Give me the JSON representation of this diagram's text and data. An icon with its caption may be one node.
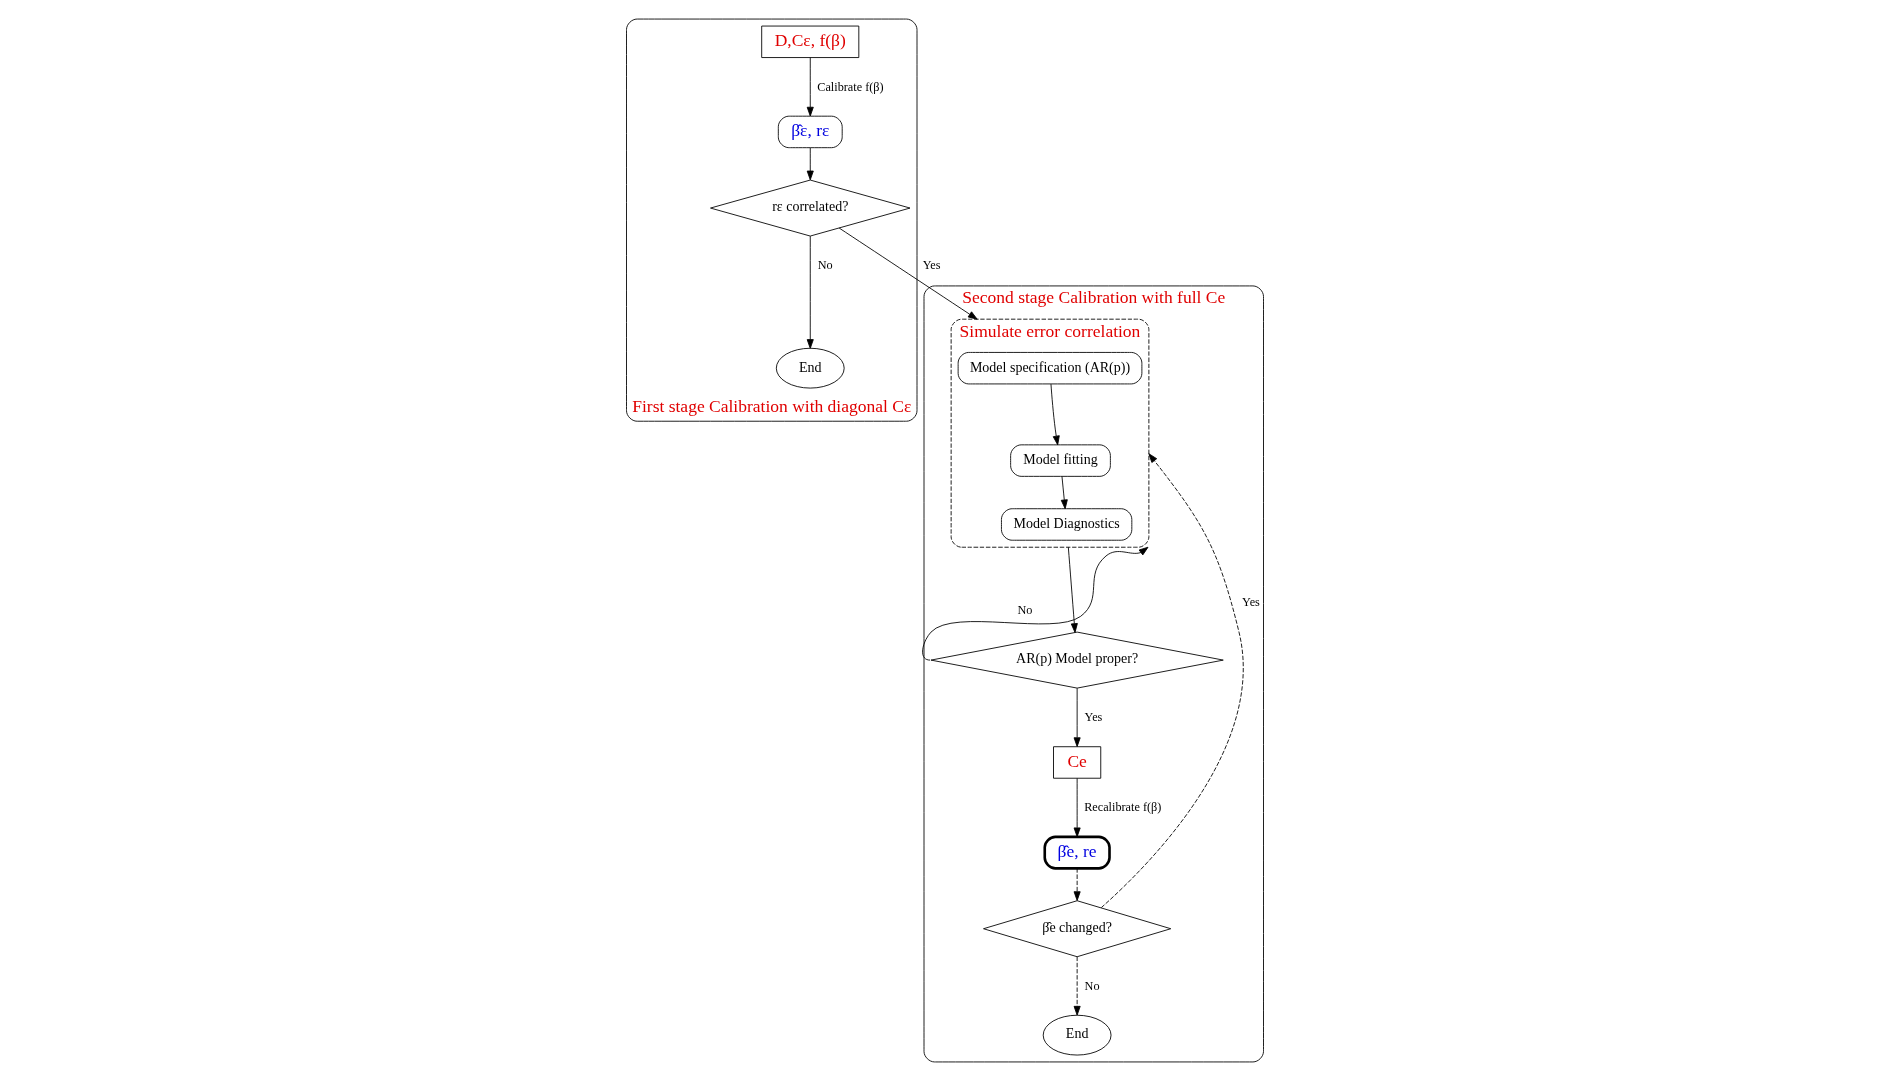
{
  "diagram": {
    "nodes": [
      {
        "text": [
          "First stage Calibration with diagonal Cε"
        ]
      },
      {
        "text": [
          "D,Cε, f(β)"
        ],
        "in": 0
      },
      {
        "text": [
          "β̂ε, rε"
        ],
        "in": 0
      },
      {
        "text": [
          "rε correlated?"
        ],
        "in": 0
      },
      {
        "text": [
          "End"
        ],
        "in": 0
      },
      {
        "text": [
          "Second stage Calibration with full Ce"
        ]
      },
      {
        "text": [
          "Simulate error correlation"
        ],
        "in": 5
      },
      {
        "text": [
          "Model specification (AR(p))"
        ],
        "in": 6
      },
      {
        "text": [
          "Model fitting"
        ],
        "in": 6
      },
      {
        "text": [
          "Model Diagnostics"
        ],
        "in": 6
      },
      {
        "text": [
          "AR(p) Model proper?"
        ],
        "in": 5
      },
      {
        "text": [
          "Ce"
        ],
        "in": 5
      },
      {
        "text": [
          "β̂e, re"
        ],
        "in": 5
      },
      {
        "text": [
          "β̂e changed?"
        ],
        "in": 5
      },
      {
        "text": [
          "End"
        ],
        "in": 5
      }
    ],
    "edges": [
      {
        "from": 1,
        "to": 2,
        "arrow": "to",
        "label": "Calibrate f(β)"
      },
      {
        "from": 2,
        "to": 3,
        "arrow": "to"
      },
      {
        "from": 3,
        "to": 4,
        "arrow": "to",
        "label": "No"
      },
      {
        "from": 3,
        "to": 6,
        "arrow": "to",
        "label": "Yes"
      },
      {
        "from": 7,
        "to": 8,
        "arrow": "to"
      },
      {
        "from": 8,
        "to": 9,
        "arrow": "to"
      },
      {
        "from": 6,
        "to": 10,
        "arrow": "to"
      },
      {
        "from": 10,
        "to": 6,
        "arrow": "to",
        "label": "No"
      },
      {
        "from": 10,
        "to": 11,
        "arrow": "to",
        "label": "Yes"
      },
      {
        "from": 11,
        "to": 12,
        "arrow": "to",
        "label": "Recalibrate f(β)"
      },
      {
        "from": 12,
        "to": 13,
        "arrow": "to",
        "style": "dashed"
      },
      {
        "from": 13,
        "to": 6,
        "arrow": "to",
        "label": "Yes",
        "style": "dashed"
      },
      {
        "from": 13,
        "to": 14,
        "arrow": "to",
        "label": "No",
        "style": "dashed"
      }
    ]
  }
}
